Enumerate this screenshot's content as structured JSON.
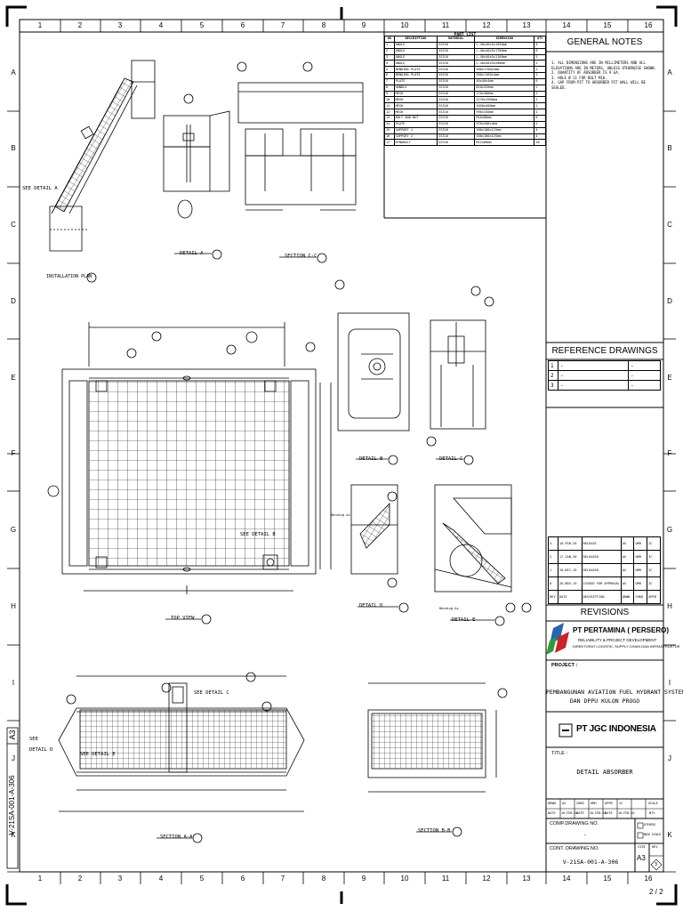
{
  "sheet": {
    "zones_x": [
      "1",
      "2",
      "3",
      "4",
      "5",
      "6",
      "7",
      "8",
      "9",
      "10",
      "11",
      "12",
      "13",
      "14",
      "15",
      "16"
    ],
    "zones_y": [
      "A",
      "B",
      "C",
      "D",
      "E",
      "F",
      "G",
      "H",
      "I",
      "J",
      "K"
    ],
    "page_counter": "2 / 2",
    "border_doc_number": "V-21SA-001-A-306",
    "border_sheet_size": "A3"
  },
  "parts_list": {
    "title": "PART LIST",
    "headers": [
      "NO",
      "DESCRIPTION",
      "MATERIAL",
      "DIMENSION",
      "QTY"
    ],
    "rows": [
      [
        "1",
        "ANGLE",
        "SS316",
        "L.40x40x5x1950mm",
        "4"
      ],
      [
        "2",
        "ANGLE",
        "SS316",
        "L.40x40x5x1700mm",
        "6"
      ],
      [
        "3",
        "ANGLE",
        "SS316",
        "L.40x40x5x1160mm",
        "2"
      ],
      [
        "4",
        "ANGLE",
        "SS316",
        "L.40x40x5x200mm",
        "2"
      ],
      [
        "5",
        "BENDING PLATE",
        "SS316",
        "500x1700x4mm",
        "2"
      ],
      [
        "6",
        "BENDING PLATE",
        "SS316",
        "500x1160x4mm",
        "2"
      ],
      [
        "7",
        "PLATE",
        "SS316",
        "40x40x4mm",
        "8"
      ],
      [
        "8",
        "HANDLE",
        "SS316",
        "Ø10x320mm",
        "2"
      ],
      [
        "9",
        "MESH",
        "SS316",
        "270x300mm",
        "2"
      ],
      [
        "10",
        "MESH",
        "SS316",
        "1270x1900mm",
        "2"
      ],
      [
        "11",
        "MESH",
        "SS316",
        "1650x400mm",
        "2"
      ],
      [
        "12",
        "MESH",
        "SS316",
        "990x330mm",
        "1"
      ],
      [
        "13",
        "BOLT AND NUT",
        "SS316",
        "M10x80mm",
        "8"
      ],
      [
        "14",
        "PLATE",
        "SS316",
        "970x200x4mm",
        "2"
      ],
      [
        "15",
        "SUPPORT 1",
        "SS316",
        "100x100x125mm",
        "4"
      ],
      [
        "16",
        "SUPPORT 2",
        "SS316",
        "100x100x125mm",
        "4"
      ],
      [
        "17",
        "DYNABOLT",
        "SS316",
        "M12x80mm",
        "16"
      ]
    ]
  },
  "general_notes": {
    "title": "GENERAL NOTES",
    "items": [
      "1.  ALL DIMENSIONS ARE IN MILLIMETERS AND ALL ELEVATIONS ARE IN METERS, UNLESS OTHERWISE SHOWN.",
      "2.  QUANTITY OF ABSORBER IS 9 EA.",
      "3.  HOLE Ø 11 FOR BOLT M10.",
      "4.  GAP FROM PIT TO ABSORBER PIT WALL WILL BE SEALED."
    ]
  },
  "reference_drawings": {
    "title": "REFERENCE DRAWINGS",
    "rows": [
      [
        "1",
        "-",
        "-"
      ],
      [
        "2",
        "-",
        "-"
      ],
      [
        "3",
        "-",
        "-"
      ]
    ]
  },
  "revisions": {
    "title": "REVISIONS",
    "rows": [
      [
        "3",
        "10-FEB-20",
        "RELEASE",
        "AS",
        "UMH",
        "IC"
      ],
      [
        "2",
        "17-JAN-20",
        "RELEASED",
        "AS",
        "UMH",
        "IC"
      ],
      [
        "1",
        "20-DEC-19",
        "RELEASED",
        "AS",
        "UMH",
        "IC"
      ],
      [
        "0",
        "28-NOV-19",
        "ISSUED FOR APPROVAL",
        "AS",
        "UMH",
        "IC"
      ],
      [
        "REV",
        "DATE",
        "DESCRIPTION",
        "DRWN",
        "CHKD",
        "APPD"
      ]
    ]
  },
  "company": {
    "name": "PT PERTAMINA ( PERSERO)",
    "line1": "RELIABILITY & PROJECT DEVELOPMENT",
    "line2": "DIREKTORAT LOGISTIK, SUPPLY CHAIN DAN INFRASTRUKTUR"
  },
  "project": {
    "label": "PROJECT :",
    "line1": "PEMBANGUNAN AVIATION FUEL HYDRANT SYSTEM",
    "line2": "DAN DPPU KULON PROGO"
  },
  "contractor": {
    "name": "PT JGC INDONESIA"
  },
  "title_block": {
    "title_label": "TITLE :",
    "title": "DETAIL ABSORBER",
    "sign_headers": [
      "DRWN",
      "AS",
      "CHKD",
      "UMH",
      "APPD",
      "IC",
      "SCALE"
    ],
    "sign_dates": [
      "DATE",
      "10-FEB-20",
      "DATE",
      "10-FEB-20",
      "DATE",
      "10-FEB-20",
      "NTS"
    ],
    "comp_drawing_label": "COMP.DRAWING NO.",
    "comp_drawing_value": "-",
    "check_labels": [
      "OTHERS",
      "NEW SCALE"
    ],
    "cont_drawing_label": "CONT. DRAWING NO.",
    "cont_drawing_value": "V-21SA-001-A-306",
    "size_label": "SIZE",
    "size_value": "A3",
    "rev_label": "REV",
    "rev_value": "3"
  },
  "labels": {
    "see_detail_a": "SEE DETAIL A",
    "installation_plan": "INSTALLATION PLAN",
    "detail_a": "DETAIL A",
    "section_cc": "SECTION C-C",
    "detail_b": "DETAIL B",
    "detail_c": "DETAIL C",
    "detail_d": "DETAIL D",
    "detail_e": "DETAIL E",
    "top_view": "TOP VIEW",
    "see_detail_b": "SEE DETAIL B",
    "see_detail_c": "SEE DETAIL C",
    "see_detail_d_1": "SEE",
    "see_detail_d_2": "DETAIL D",
    "see_detail_e": "SEE DETAIL E",
    "section_aa": "SECTION A-A",
    "section_bb": "SECTION B-B",
    "bending_a1": "Bending Ax",
    "bending_a2": "Bending Ax"
  }
}
